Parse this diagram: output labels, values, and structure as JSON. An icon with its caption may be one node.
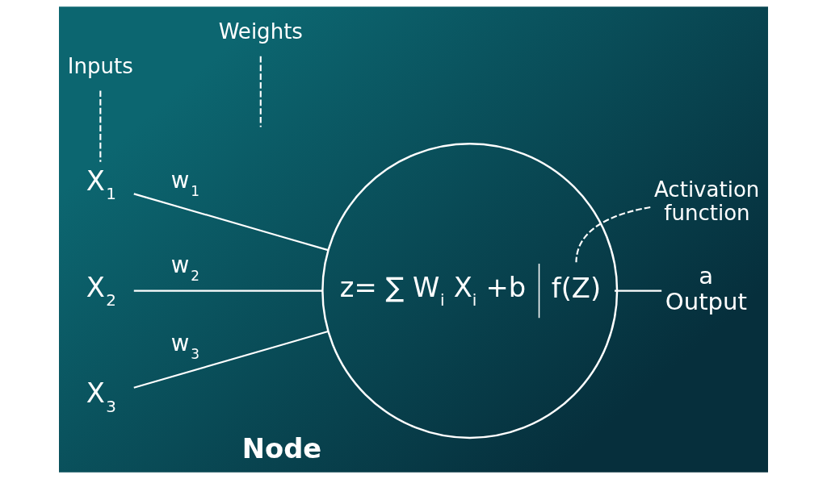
{
  "diagram": {
    "nodes": [
      {
        "text": [
          "Inputs"
        ]
      },
      {
        "text": [
          "Weights"
        ]
      },
      {
        "text": [
          "Activation function"
        ]
      },
      {
        "text": [
          "X$_{1}$"
        ]
      },
      {
        "text": [
          "X$_{2}$"
        ]
      },
      {
        "text": [
          "X$_{3}$"
        ]
      },
      {
        "text": [
          "z= ∑ W$_{i}$ X$_{i}$ +b",
          "f(Z)"
        ],
        "beside": [
          "Node"
        ]
      },
      {
        "text": [
          "a",
          "Output"
        ]
      }
    ],
    "edges": [
      {
        "from": 0,
        "to": 3,
        "arrow": "none",
        "style": "dashed"
      },
      {
        "from": 1,
        "to": null,
        "arrow": "none",
        "style": "dashed"
      },
      {
        "from": 2,
        "to": 6,
        "arrow": "none",
        "style": "dashed"
      },
      {
        "from": 3,
        "to": 6,
        "arrow": "none",
        "label": "w$_{1}$"
      },
      {
        "from": 4,
        "to": 6,
        "arrow": "none",
        "label": "w$_{2}$"
      },
      {
        "from": 5,
        "to": 6,
        "arrow": "none",
        "label": "w$_{3}$"
      },
      {
        "from": 6,
        "to": 7,
        "arrow": "none"
      }
    ]
  }
}
